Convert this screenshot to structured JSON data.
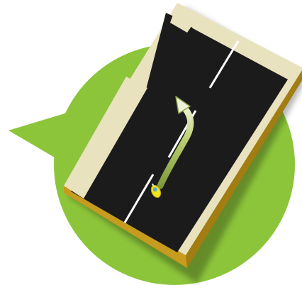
{
  "illustration": {
    "subject": "road-lane-change-diagram",
    "elements": [
      "speech-bubble",
      "road-tile",
      "lane-markings",
      "vehicle",
      "turn-arrow"
    ]
  },
  "colors": {
    "bubble": "#8cc43a",
    "road": "#1b1b1b",
    "shoulder": "#e9e2bf",
    "tile_edge": "#c79b1e",
    "tile_edge_dark": "#a37c12",
    "lane_line": "#ffffff",
    "vehicle": "#f2e61a",
    "vehicle_light": "#5aa8d8",
    "arrow": "#b6c86a"
  }
}
